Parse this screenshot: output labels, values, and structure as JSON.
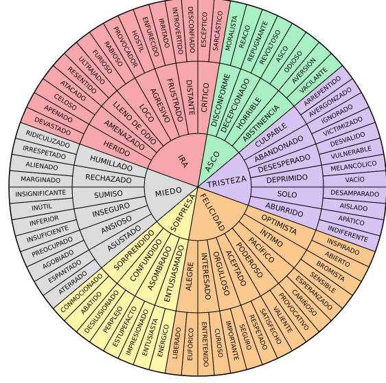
{
  "emotions": [
    {
      "name": "IRA",
      "color": "#f7a6ac",
      "secondary": [
        {
          "name": "HERIDO",
          "tertiary": [
            "DEVASTADO",
            "APENADO"
          ]
        },
        {
          "name": "AMENAZADO",
          "tertiary": [
            "CELOSO",
            "ATACADO"
          ]
        },
        {
          "name": "LLENO DE ODIO",
          "tertiary": [
            "RESENTIDO",
            "ULTRAJADO"
          ]
        },
        {
          "name": "LOCO",
          "tertiary": [
            "FURIOSO",
            "RABIOSO"
          ]
        },
        {
          "name": "AGRESIVO",
          "tertiary": [
            "PROVOCADOR",
            "HOSTIL"
          ]
        },
        {
          "name": "FRUSTRADO",
          "tertiary": [
            "ENFURECIDO",
            "IRRITADO"
          ]
        },
        {
          "name": "DISTANTE",
          "tertiary": [
            "INTROVERTIDO",
            "DESCONFIADO"
          ]
        },
        {
          "name": "CRÍTICO",
          "tertiary": [
            "ESCÉPTICO",
            "SARCÁSTICO"
          ]
        }
      ]
    },
    {
      "name": "ASCO",
      "color": "#a8f0c4",
      "secondary": [
        {
          "name": "DISCONFORME",
          "tertiary": [
            "MORALISTA",
            "REACIO"
          ]
        },
        {
          "name": "DECEPCIONADO",
          "tertiary": [
            "REPUGNANTE",
            "REVOLTOSO"
          ]
        },
        {
          "name": "HORRIBLE",
          "tertiary": [
            "ASCO",
            "ODIOSO"
          ]
        },
        {
          "name": "ABSTINENCIA",
          "tertiary": [
            "AVERSIÓN",
            "VACILANTE"
          ]
        }
      ]
    },
    {
      "name": "TRISTEZA",
      "color": "#d6c3f2",
      "secondary": [
        {
          "name": "CULPABLE",
          "tertiary": [
            "ARREPENTIDO",
            "AVERGONZADO"
          ]
        },
        {
          "name": "ABANDONADO",
          "tertiary": [
            "IGNORADO",
            "VICTIMIZADO"
          ]
        },
        {
          "name": "DESESPERADO",
          "tertiary": [
            "DESVALIDO",
            "VULNERABLE"
          ]
        },
        {
          "name": "DEPRIMIDO",
          "tertiary": [
            "MELANCÓLICO",
            "VACÍO"
          ]
        },
        {
          "name": "SOLO",
          "tertiary": [
            "DESAMPARADO",
            "AISLADO"
          ]
        },
        {
          "name": "ABURRIDO",
          "tertiary": [
            "APÁTICO",
            "INDIFERENTE"
          ]
        }
      ]
    },
    {
      "name": "FELICIDAD",
      "color": "#fbc98e",
      "secondary": [
        {
          "name": "OPTIMISTA",
          "tertiary": [
            "INSPIRADO",
            "ABIERTO"
          ]
        },
        {
          "name": "ÍNTIMO",
          "tertiary": [
            "BROMISTA",
            "SENSIBLE"
          ]
        },
        {
          "name": "PACÍFICO",
          "tertiary": [
            "ESPERANZADO",
            "CARIÑOSO"
          ]
        },
        {
          "name": "PODEROSO",
          "tertiary": [
            "PROVOCATIVO",
            "VALIENTE"
          ]
        },
        {
          "name": "ACEPTADO",
          "tertiary": [
            "SATISFECHO",
            "RESPETADO"
          ]
        },
        {
          "name": "ORGULLOSO",
          "tertiary": [
            "SEGURO",
            "IMPORTANTE"
          ]
        },
        {
          "name": "INTERESADO",
          "tertiary": [
            "CURIOSO",
            "ENTRETENIDO"
          ]
        },
        {
          "name": "ALEGRE",
          "tertiary": [
            "EUFÓRICO",
            "LIBERADO"
          ]
        }
      ]
    },
    {
      "name": "SORPRESA",
      "color": "#fdf5a8",
      "secondary": [
        {
          "name": "ENTUSIASMADO",
          "tertiary": [
            "ENÉRGICO",
            "ENTUSIASTA"
          ]
        },
        {
          "name": "ASOMBRADO",
          "tertiary": [
            "IMPRESIONADO",
            "ESTUPEFACTO"
          ]
        },
        {
          "name": "CONFUNDIDO",
          "tertiary": [
            "PERPLEJO",
            "DESILUSIONADO"
          ]
        },
        {
          "name": "SORPRENDIDO",
          "tertiary": [
            "ABATIDO",
            "CONMOCIONADO"
          ]
        }
      ]
    },
    {
      "name": "MIEDO",
      "color": "#dcdcdc",
      "secondary": [
        {
          "name": "ASUSTADO",
          "tertiary": [
            "ATERRADO",
            "ESPANTADO"
          ]
        },
        {
          "name": "ANSIOSO",
          "tertiary": [
            "AGOBIADO",
            "PREOCUPADO"
          ]
        },
        {
          "name": "INSEGURO",
          "tertiary": [
            "INSUFICIENTE",
            "INFERIOR"
          ]
        },
        {
          "name": "SUMISO",
          "tertiary": [
            "INÚTIL",
            "INSIGNIFICANTE"
          ]
        },
        {
          "name": "RECHAZADO",
          "tertiary": [
            "MARGINADO",
            "ALIENADO"
          ]
        },
        {
          "name": "HUMILLADO",
          "tertiary": [
            "IRRESPETADO",
            "RIDICULIZADO"
          ]
        }
      ]
    }
  ]
}
